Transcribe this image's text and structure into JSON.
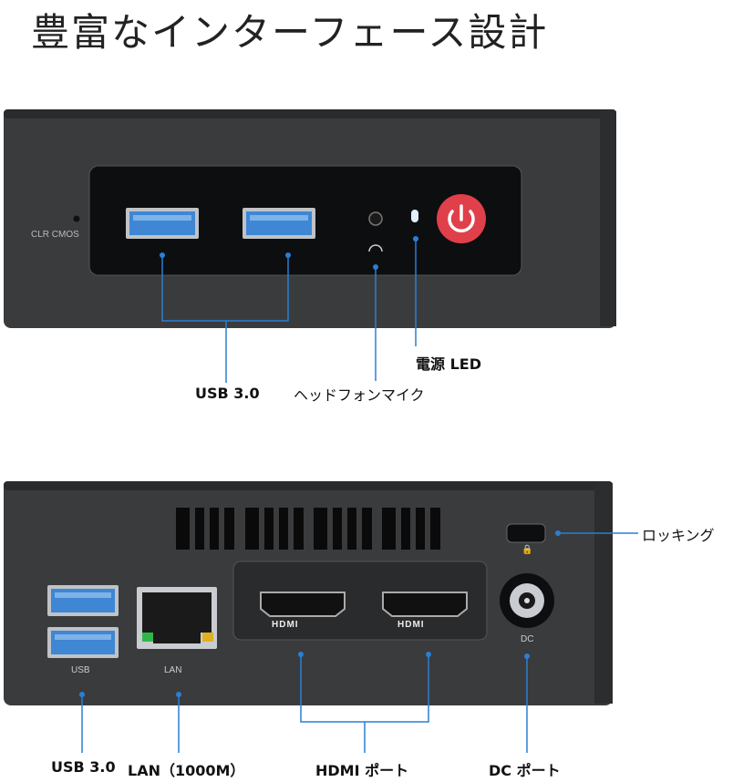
{
  "page_title": "豊富なインターフェース設計",
  "front": {
    "clr_cmos": "CLR CMOS",
    "labels": {
      "usb": "USB 3.0",
      "headphone": "ヘッドフォンマイク",
      "power_led": "電源 LED"
    }
  },
  "rear": {
    "port_text": {
      "usb": "USB",
      "lan": "LAN",
      "dc": "DC",
      "hdmi1": "HDMI",
      "hdmi2": "HDMI"
    },
    "labels": {
      "usb": "USB 3.0",
      "lan": "LAN（1000M）",
      "hdmi": "HDMI ポート",
      "dc": "DC ポート",
      "locking": "ロッキング"
    }
  },
  "colors": {
    "body": "#3a3b3d",
    "panel": "#0d0e10",
    "usb_blue": "#3f86d4",
    "callout": "#2a7fd4",
    "power_red": "#e0404a"
  }
}
